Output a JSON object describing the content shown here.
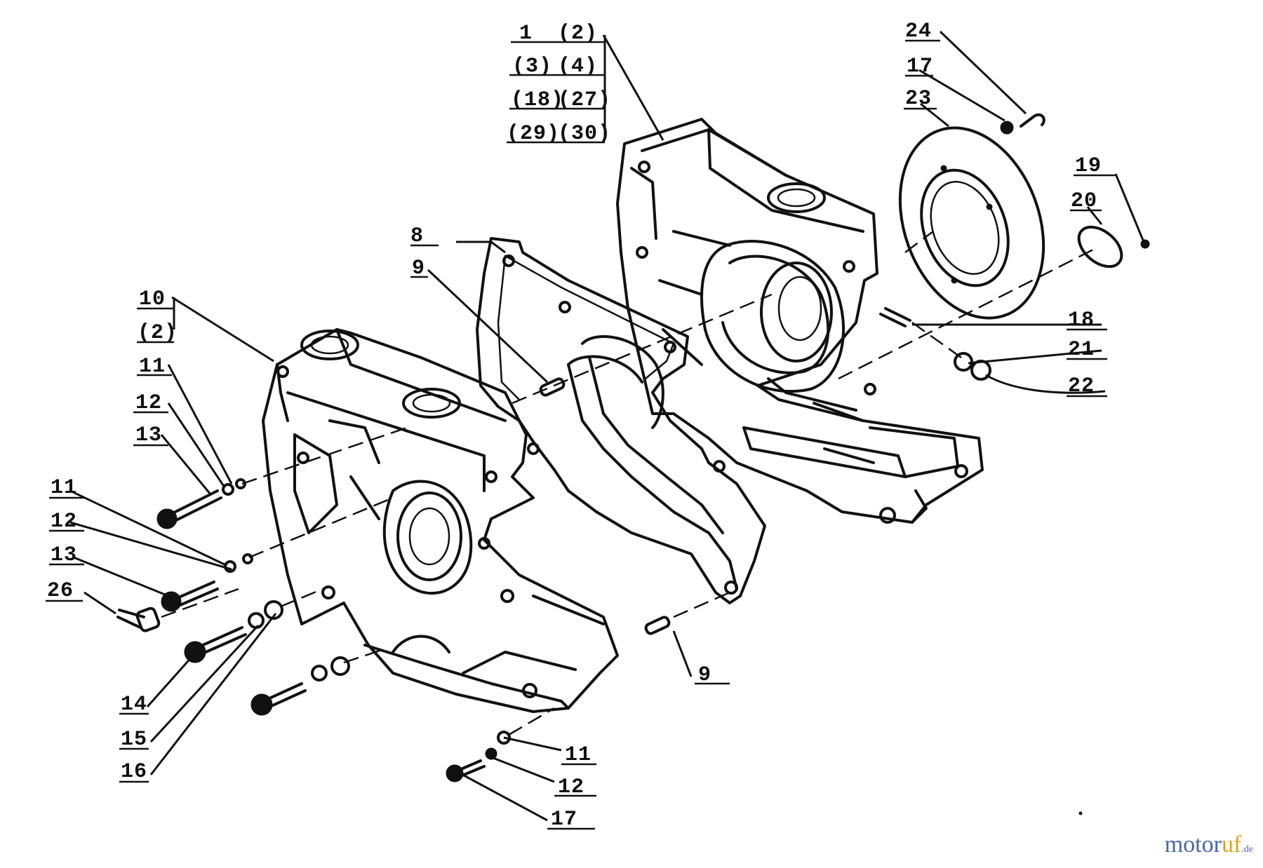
{
  "labels": {
    "l1": "1",
    "l1b": "(2)",
    "l3": "(3)",
    "l4": "(4)",
    "l18": "(18)",
    "l27": "(27)",
    "l29": "(29)",
    "l30": "(30)",
    "l24": "24",
    "l17top": "17",
    "l23": "23",
    "l19": "19",
    "l20": "20",
    "l8": "8",
    "l9a": "9",
    "l10": "10",
    "l2b": "(2)",
    "l11a": "11",
    "l12a": "12",
    "l13a": "13",
    "l11b": "11",
    "l12b": "12",
    "l13b": "13",
    "l26": "26",
    "l18r": "18",
    "l21": "21",
    "l22": "22",
    "l9b": "9",
    "l14": "14",
    "l15": "15",
    "l16": "16",
    "l11c": "11",
    "l12c": "12",
    "l17c": "17"
  },
  "watermark": {
    "part1": "motor",
    "part2": "uf",
    "part3": ".de"
  }
}
